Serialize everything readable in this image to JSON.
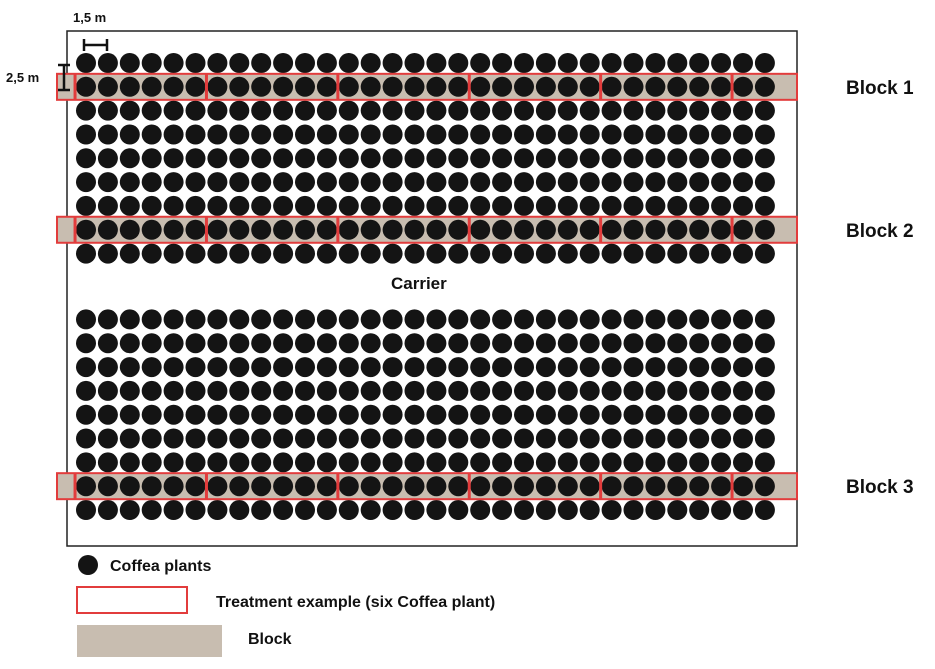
{
  "diagram": {
    "field": {
      "rows": 18,
      "columns": 32,
      "plant_color": "#141414",
      "blocks": [
        {
          "label": "Block 1",
          "row": 2
        },
        {
          "label": "Block 2",
          "row": 8
        },
        {
          "label": "Block 3",
          "row": 17
        }
      ],
      "carrier_label": "Carrier",
      "carrier_after_row": 9,
      "treatment_plants": 6,
      "spacing": {
        "between_plants": "1,5 m",
        "between_rows": "2,5 m"
      }
    },
    "colors": {
      "treatment_outline": "#e23c3c",
      "block_fill": "#c8bdb0",
      "plant": "#141414",
      "frame": "#222222"
    },
    "legend": {
      "plants_label": "Coffea plants",
      "treatment_label": "Treatment example (six Coffea plant)",
      "block_label": "Block"
    }
  }
}
